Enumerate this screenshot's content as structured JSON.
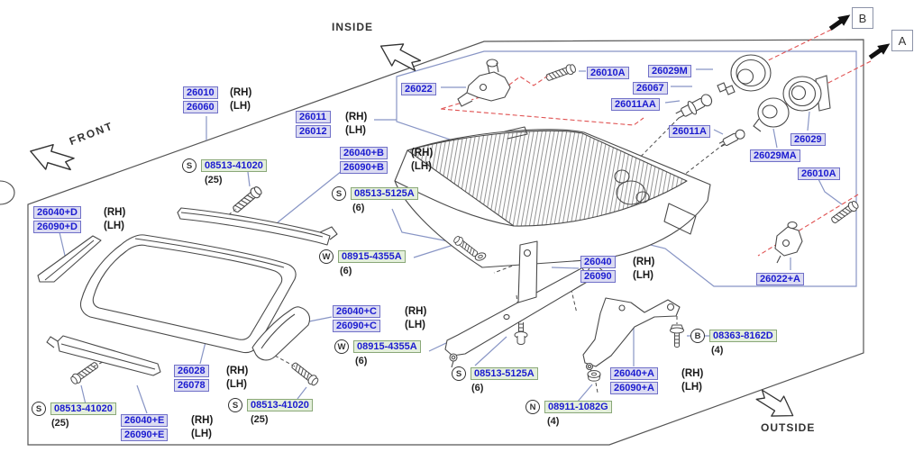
{
  "directions": {
    "inside": "INSIDE",
    "front": "FRONT",
    "outside": "OUTSIDE"
  },
  "refs": {
    "a": "A",
    "b": "B"
  },
  "common": {
    "rh": "(RH)",
    "lh": "(LH)"
  },
  "part_labels": [
    {
      "name": "headlamp-assy",
      "rh": "26010",
      "lh": "26060"
    },
    {
      "name": "headlamp-unit",
      "rh": "26011",
      "lh": "26012"
    },
    {
      "name": "aiming-kit",
      "text": "26022"
    },
    {
      "name": "trim-b",
      "rh": "26040+B",
      "lh": "26090+B"
    },
    {
      "name": "trim-d",
      "rh": "26040+D",
      "lh": "26090+D"
    },
    {
      "name": "trim-c",
      "rh": "26040+C",
      "lh": "26090+C"
    },
    {
      "name": "lens",
      "rh": "26028",
      "lh": "26078"
    },
    {
      "name": "trim-e",
      "rh": "26040+E",
      "lh": "26090+E"
    },
    {
      "name": "screw-top",
      "text": "26010A"
    },
    {
      "name": "retaining-ring",
      "text": "26029M"
    },
    {
      "name": "bulb-clip",
      "text": "26067"
    },
    {
      "name": "bulb-h1",
      "text": "26011AA"
    },
    {
      "name": "bulb-wedge",
      "text": "26011A"
    },
    {
      "name": "mounting-ring",
      "text": "26029"
    },
    {
      "name": "socket",
      "text": "26029MA"
    },
    {
      "name": "screw-lower",
      "text": "26010A"
    },
    {
      "name": "aiming-kit-a",
      "text": "26022+A"
    },
    {
      "name": "stay",
      "rh": "26040",
      "lh": "26090"
    },
    {
      "name": "bracket-a",
      "rh": "26040+A",
      "lh": "26090+A"
    }
  ],
  "hardware": [
    {
      "prefix": "S",
      "number": "08513-41020",
      "qty": "(25)"
    },
    {
      "prefix": "S",
      "number": "08513-5125A",
      "qty": "(6)"
    },
    {
      "prefix": "W",
      "number": "08915-4355A",
      "qty": "(6)"
    },
    {
      "prefix": "W",
      "number": "08915-4355A",
      "qty": "(6)"
    },
    {
      "prefix": "S",
      "number": "08513-41020",
      "qty": "(25)"
    },
    {
      "prefix": "S",
      "number": "08513-41020",
      "qty": "(25)"
    },
    {
      "prefix": "S",
      "number": "08513-5125A",
      "qty": "(6)"
    },
    {
      "prefix": "B",
      "number": "08363-8162D",
      "qty": "(4)"
    },
    {
      "prefix": "N",
      "number": "08911-1082G",
      "qty": "(4)"
    }
  ],
  "colors": {
    "part_label_bg": "#dbdbf2",
    "part_label_text": "#1b1bd0",
    "hardware_label_bg": "#e4efdc",
    "leader_blue": "#8895c5",
    "red_dash": "#e05252"
  }
}
